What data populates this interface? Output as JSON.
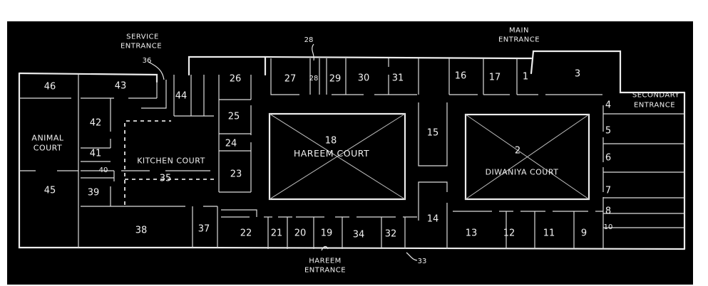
{
  "plan": {
    "background_color": "#000000",
    "line_color": "#ececec",
    "courts": {
      "hareem": {
        "number": "18",
        "label": "HAREEM COURT"
      },
      "diwaniya": {
        "number": "2",
        "label": "DIWANIYA COURT"
      },
      "kitchen": {
        "label": "KITCHEN COURT"
      },
      "animal": {
        "label_line1": "ANIMAL",
        "label_line2": "COURT"
      }
    },
    "entrances": {
      "service": {
        "line1": "SERVICE",
        "line2": "ENTRANCE",
        "number": "36"
      },
      "main": {
        "line1": "MAIN",
        "line2": "ENTRANCE"
      },
      "secondary": {
        "line1": "SECONDARY",
        "line2": "ENTRANCE"
      },
      "hareem": {
        "line1": "HAREEM",
        "line2": "ENTRANCE"
      }
    },
    "callouts": {
      "room_28_top": "28",
      "room_33": "33"
    },
    "rooms": {
      "r1": "1",
      "r3": "3",
      "r4": "4",
      "r5": "5",
      "r6": "6",
      "r7": "7",
      "r8": "8",
      "r9": "9",
      "r10": "10",
      "r11": "11",
      "r12": "12",
      "r13": "13",
      "r14": "14",
      "r15": "15",
      "r16": "16",
      "r17": "17",
      "r19": "19",
      "r20": "20",
      "r21": "21",
      "r22": "22",
      "r23": "23",
      "r24": "24",
      "r25": "25",
      "r26": "26",
      "r27": "27",
      "r28": "28",
      "r29": "29",
      "r30": "30",
      "r31": "31",
      "r32": "32",
      "r34": "34",
      "r35": "35",
      "r37": "37",
      "r38": "38",
      "r39": "39",
      "r40": "40",
      "r41": "41",
      "r42": "42",
      "r43": "43",
      "r44": "44",
      "r45": "45",
      "r46": "46"
    }
  }
}
